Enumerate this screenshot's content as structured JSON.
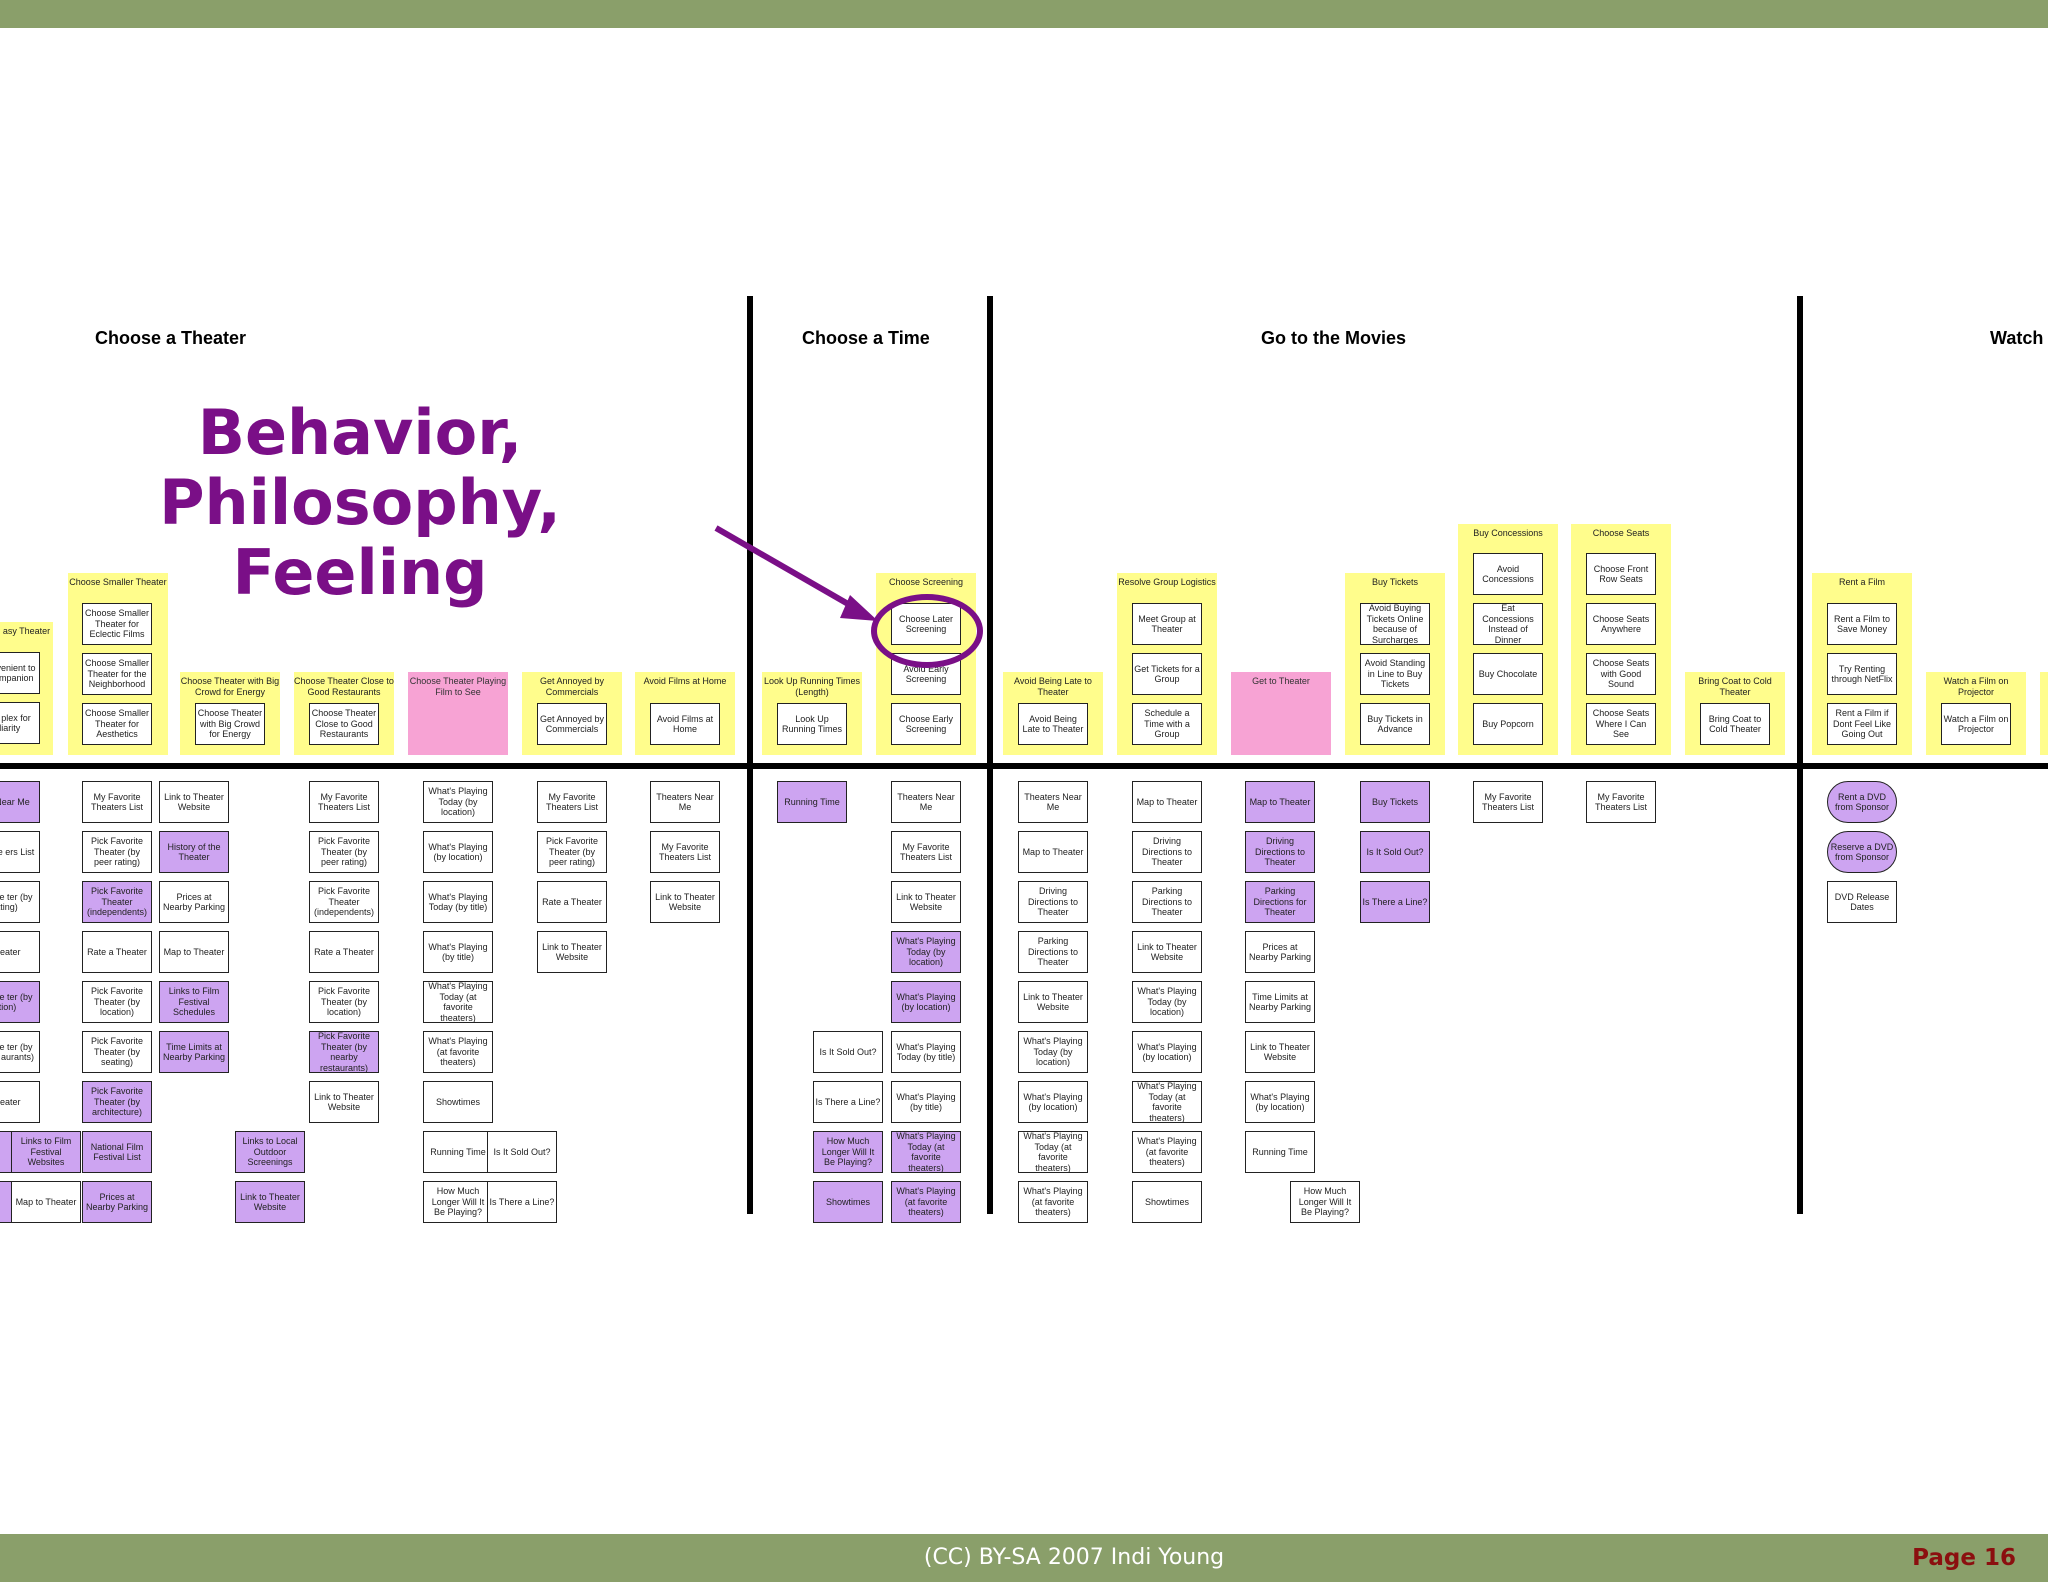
{
  "footer": {
    "copyright": "(CC) BY-SA 2007 Indi Young",
    "page": "Page 16"
  },
  "headline": {
    "line1": "Behavior, Philosophy,",
    "line2": "Feeling"
  },
  "columns": [
    {
      "title": "Choose a Theater"
    },
    {
      "title": "Choose a Time"
    },
    {
      "title": "Go to the Movies"
    },
    {
      "title": "Watch"
    }
  ],
  "colors": {
    "bar": "#8a9f6a",
    "yellow": "#fffd8c",
    "purple": "#cda4f1",
    "pink": "#f7a3d4",
    "accent": "#7a0f87"
  },
  "towers": [
    {
      "label": "asy Theater",
      "cards": [
        "oose venient to Meet mpanion",
        "oose plex for miliarity"
      ]
    },
    {
      "label": "Choose Smaller Theater",
      "cards": [
        "Choose Smaller Theater for Eclectic Films",
        "Choose Smaller Theater for the Neighborhood",
        "Choose Smaller Theater for Aesthetics"
      ]
    },
    {
      "label": "Choose Theater with Big Crowd for Energy",
      "cards": [
        "Choose Theater with Big Crowd for Energy"
      ]
    },
    {
      "label": "Choose Theater Close to Good Restaurants",
      "cards": [
        "Choose Theater Close to Good Restaurants"
      ]
    },
    {
      "label": "Choose Theater Playing Film to See",
      "cards": []
    },
    {
      "label": "Get Annoyed by Commercials",
      "cards": [
        "Get Annoyed by Commercials"
      ]
    },
    {
      "label": "Avoid Films at Home",
      "cards": [
        "Avoid Films at Home"
      ]
    },
    {
      "label": "Look Up Running Times (Length)",
      "cards": [
        "Look Up Running Times"
      ]
    },
    {
      "label": "Choose Screening",
      "cards": [
        "Choose Later Screening",
        "Avoid Early Screening",
        "Choose Early Screening"
      ]
    },
    {
      "label": "Avoid Being Late to Theater",
      "cards": [
        "Avoid Being Late to Theater"
      ]
    },
    {
      "label": "Resolve Group Logistics",
      "cards": [
        "Meet Group at Theater",
        "Get Tickets for a Group",
        "Schedule a Time with a Group"
      ]
    },
    {
      "label": "Get to Theater",
      "cards": []
    },
    {
      "label": "Buy Tickets",
      "cards": [
        "Avoid Buying Tickets Online because of Surcharges",
        "Avoid Standing in Line to Buy Tickets",
        "Buy Tickets in Advance"
      ]
    },
    {
      "label": "Buy Concessions",
      "cards": [
        "Avoid Concessions",
        "Eat Concessions Instead of Dinner",
        "Buy Chocolate",
        "Buy Popcorn"
      ]
    },
    {
      "label": "Choose Seats",
      "cards": [
        "Choose Front Row Seats",
        "Choose Seats Anywhere",
        "Choose Seats with Good Sound",
        "Choose Seats Where I Can See"
      ]
    },
    {
      "label": "Bring Coat to Cold Theater",
      "cards": [
        "Bring Coat to Cold Theater"
      ]
    },
    {
      "label": "Rent a Film",
      "cards": [
        "Rent a Film to Save Money",
        "Try Renting through NetFlix",
        "Rent a Film if Dont Feel Like Going Out"
      ]
    },
    {
      "label": "Watch a Film on Projector",
      "cards": [
        "Watch a Film on Projector"
      ]
    }
  ],
  "content_columns": [
    {
      "cards": [
        {
          "t": "ers Near Me",
          "p": true
        },
        {
          "t": "avorite ers List",
          "p": false
        },
        {
          "t": "avorite ter (by rating)",
          "p": false
        },
        {
          "t": "Theater",
          "p": false
        },
        {
          "t": "avorite ter (by ation)",
          "p": true
        },
        {
          "t": "avorite ter (by earby aurants)",
          "p": false
        },
        {
          "t": "Theater",
          "p": false
        },
        {
          "t": "",
          "p": true
        },
        {
          "t": "",
          "p": true
        }
      ]
    },
    {
      "cards": [
        {
          "t": "Links to Film Festival Websites",
          "p": true
        },
        {
          "t": "Map to Theater",
          "p": false
        }
      ]
    },
    {
      "cards": [
        {
          "t": "My Favorite Theaters List",
          "p": false
        },
        {
          "t": "Pick Favorite Theater (by peer rating)",
          "p": false
        },
        {
          "t": "Pick Favorite Theater (independents)",
          "p": true
        },
        {
          "t": "Rate a Theater",
          "p": false
        },
        {
          "t": "Pick Favorite Theater (by location)",
          "p": false
        },
        {
          "t": "Pick Favorite Theater (by seating)",
          "p": false
        },
        {
          "t": "Pick Favorite Theater (by architecture)",
          "p": true
        },
        {
          "t": "National Film Festival List",
          "p": true
        },
        {
          "t": "Prices at Nearby Parking",
          "p": true
        }
      ]
    },
    {
      "cards": [
        {
          "t": "Link to Theater Website",
          "p": false
        },
        {
          "t": "History of the Theater",
          "p": true
        },
        {
          "t": "Prices at Nearby Parking",
          "p": false
        },
        {
          "t": "Map to Theater",
          "p": false
        },
        {
          "t": "Links to Film Festival Schedules",
          "p": true
        },
        {
          "t": "Time Limits at Nearby Parking",
          "p": true
        }
      ]
    },
    {
      "cards": [
        {
          "t": "Links to Local Outdoor Screenings",
          "p": true
        },
        {
          "t": "Link to Theater Website",
          "p": true
        }
      ]
    },
    {
      "cards": [
        {
          "t": "My Favorite Theaters List",
          "p": false
        },
        {
          "t": "Pick Favorite Theater (by peer rating)",
          "p": false
        },
        {
          "t": "Pick Favorite Theater (independents)",
          "p": false
        },
        {
          "t": "Rate a Theater",
          "p": false
        },
        {
          "t": "Pick Favorite Theater (by location)",
          "p": false
        },
        {
          "t": "Pick Favorite Theater (by nearby restaurants)",
          "p": true
        },
        {
          "t": "Link to Theater Website",
          "p": false
        }
      ]
    },
    {
      "cards": [
        {
          "t": "What's Playing Today (by location)",
          "p": false
        },
        {
          "t": "What's Playing (by location)",
          "p": false
        },
        {
          "t": "What's Playing Today (by title)",
          "p": false
        },
        {
          "t": "What's Playing (by title)",
          "p": false
        },
        {
          "t": "What's Playing Today (at favorite theaters)",
          "p": false
        },
        {
          "t": "What's Playing (at favorite theaters)",
          "p": false
        },
        {
          "t": "Showtimes",
          "p": false
        },
        {
          "t": "Running Time",
          "p": false
        },
        {
          "t": "How Much Longer Will It Be Playing?",
          "p": false
        }
      ]
    },
    {
      "cards": [
        {
          "t": "Is It Sold Out?",
          "p": false
        },
        {
          "t": "Is There a Line?",
          "p": false
        }
      ]
    },
    {
      "cards": [
        {
          "t": "My Favorite Theaters List",
          "p": false
        },
        {
          "t": "Pick Favorite Theater (by peer rating)",
          "p": false
        },
        {
          "t": "Rate a Theater",
          "p": false
        },
        {
          "t": "Link to Theater Website",
          "p": false
        }
      ]
    },
    {
      "cards": [
        {
          "t": "Theaters Near Me",
          "p": false
        },
        {
          "t": "My Favorite Theaters List",
          "p": false
        },
        {
          "t": "Link to Theater Website",
          "p": false
        }
      ]
    },
    {
      "cards": [
        {
          "t": "Running Time",
          "p": true
        }
      ]
    },
    {
      "cards": [
        {
          "t": "Is It Sold Out?",
          "p": false
        },
        {
          "t": "Is There a Line?",
          "p": false
        },
        {
          "t": "How Much Longer Will It Be Playing?",
          "p": true
        },
        {
          "t": "Showtimes",
          "p": true
        }
      ]
    },
    {
      "cards": [
        {
          "t": "Theaters Near Me",
          "p": false
        },
        {
          "t": "My Favorite Theaters List",
          "p": false
        },
        {
          "t": "Link to Theater Website",
          "p": false
        },
        {
          "t": "What's Playing Today (by location)",
          "p": true
        },
        {
          "t": "What's Playing (by location)",
          "p": true
        },
        {
          "t": "What's Playing Today (by title)",
          "p": false
        },
        {
          "t": "What's Playing (by title)",
          "p": false
        },
        {
          "t": "What's Playing Today (at favorite theaters)",
          "p": true
        },
        {
          "t": "What's Playing (at favorite theaters)",
          "p": true
        }
      ]
    },
    {
      "cards": [
        {
          "t": "Theaters Near Me",
          "p": false
        },
        {
          "t": "Map to Theater",
          "p": false
        },
        {
          "t": "Driving Directions to Theater",
          "p": false
        },
        {
          "t": "Parking Directions to Theater",
          "p": false
        },
        {
          "t": "Link to Theater Website",
          "p": false
        },
        {
          "t": "What's Playing Today (by location)",
          "p": false
        },
        {
          "t": "What's Playing (by location)",
          "p": false
        },
        {
          "t": "What's Playing Today (at favorite theaters)",
          "p": false
        },
        {
          "t": "What's Playing (at favorite theaters)",
          "p": false
        }
      ]
    },
    {
      "cards": [
        {
          "t": "Map to Theater",
          "p": false
        },
        {
          "t": "Driving Directions to Theater",
          "p": false
        },
        {
          "t": "Parking Directions to Theater",
          "p": false
        },
        {
          "t": "Link to Theater Website",
          "p": false
        },
        {
          "t": "What's Playing Today (by location)",
          "p": false
        },
        {
          "t": "What's Playing (by location)",
          "p": false
        },
        {
          "t": "What's Playing Today (at favorite theaters)",
          "p": false
        },
        {
          "t": "What's Playing (at favorite theaters)",
          "p": false
        },
        {
          "t": "Showtimes",
          "p": false
        }
      ]
    },
    {
      "cards": [
        {
          "t": "Map to Theater",
          "p": true
        },
        {
          "t": "Driving Directions to Theater",
          "p": true
        },
        {
          "t": "Parking Directions for Theater",
          "p": true
        },
        {
          "t": "Prices at Nearby Parking",
          "p": false
        },
        {
          "t": "Time Limits at Nearby Parking",
          "p": false
        },
        {
          "t": "Link to Theater Website",
          "p": false
        },
        {
          "t": "What's Playing (by location)",
          "p": false
        },
        {
          "t": "Running Time",
          "p": false
        }
      ]
    },
    {
      "cards": [
        {
          "t": "How Much Longer Will It Be Playing?",
          "p": false
        }
      ]
    },
    {
      "cards": [
        {
          "t": "Buy Tickets",
          "p": true
        },
        {
          "t": "Is It Sold Out?",
          "p": true
        },
        {
          "t": "Is There a Line?",
          "p": true
        }
      ]
    },
    {
      "cards": [
        {
          "t": "My Favorite Theaters List",
          "p": false
        }
      ]
    },
    {
      "cards": [
        {
          "t": "My Favorite Theaters List",
          "p": false
        }
      ]
    },
    {
      "cards": [
        {
          "t": "Rent a DVD from Sponsor",
          "p": true,
          "pill": true
        },
        {
          "t": "Reserve a DVD from Sponsor",
          "p": true,
          "pill": true
        },
        {
          "t": "DVD Release Dates",
          "p": false
        }
      ]
    }
  ]
}
